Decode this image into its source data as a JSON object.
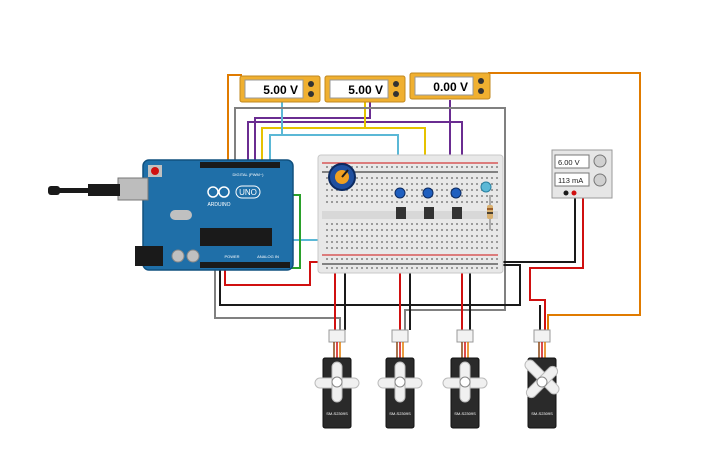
{
  "multimeters": [
    {
      "reading": "5.00 V"
    },
    {
      "reading": "5.00 V"
    },
    {
      "reading": "0.00 V"
    }
  ],
  "power_supply": {
    "voltage": "6.00 V",
    "current": "113 mA"
  },
  "arduino": {
    "brand": "ARDUINO",
    "model": "UNO",
    "digital_label": "DIGITAL (PWM~)",
    "power_label": "POWER",
    "analog_label": "ANALOG IN"
  },
  "servos": [
    {
      "label": "SM-S2309S"
    },
    {
      "label": "SM-S2309S"
    },
    {
      "label": "SM-S2309S"
    },
    {
      "label": "SM-S2309S"
    }
  ],
  "colors": {
    "wire_orange": "#e07b00",
    "wire_purple": "#6a2c91",
    "wire_yellow": "#e6c200",
    "wire_lightblue": "#5bb8d6",
    "wire_gray": "#808080",
    "wire_red": "#d01010",
    "wire_black": "#1a1a1a",
    "wire_green": "#2aa02a",
    "arduino_blue": "#1f6fa8",
    "meter_frame": "#f0b030"
  }
}
